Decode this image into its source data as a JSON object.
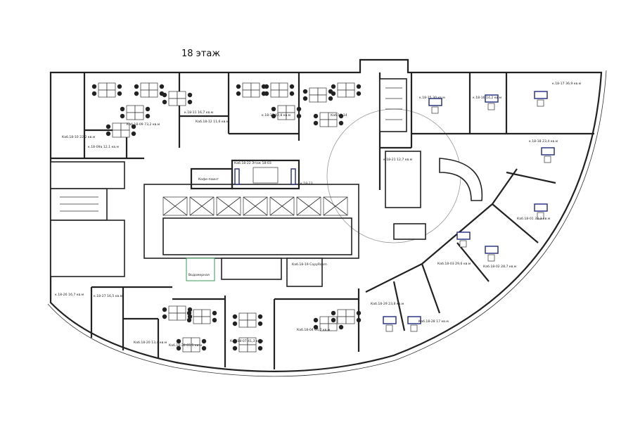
{
  "title": "18 этаж",
  "rooms": {
    "r1810": "Каб.18-10 22,2 кв.м",
    "r1809": "Каб.18-09 73,2 кв.м",
    "r1809a": "к.18-09а 12,1 кв.м",
    "r1811": "к.18-11 16,7 кв.м",
    "r1812": "Каб.18-12 11,6 кв.м",
    "r1813": "к.18-13 42,8 кв.м",
    "r1814": "Каб.18-14",
    "r1822": "Каб.18-22 Этаж 18-03",
    "r1823": "к.18-23",
    "coffee": "Кофе-поинт",
    "r1815": "к.18-15 30 кв.м",
    "r1816": "к.18-16 14,2 кв.м",
    "r1817": "к.18-17 36,9 кв.м",
    "r1818": "к.18-18 23,4 кв.м",
    "r1821": "к.18-21 12,7 кв.м",
    "r1801": "Каб.18-01 32,3 кв.м",
    "r1802": "Каб.18-02 28,7 кв.м",
    "r1803": "Каб.18-03 29,6 кв.м",
    "r1829": "Каб.18-29 23,8 кв.м",
    "r1828": "Каб.18-28 17 кв.м",
    "r1819": "Каб.18-19 CopyRoom",
    "r1826": "к.18-26 16,7 кв.м",
    "r1827": "к.18-27 16,5 кв.м",
    "r1820": "Каб.18-20 13,4 кв.м",
    "r1830": "Каб.18-30 65,5 кв.м",
    "r1807": "Каб.18-07 41,3 кв.м",
    "r1804": "Каб.18-04 64,7 кв.м",
    "storage": "Водомерная"
  }
}
